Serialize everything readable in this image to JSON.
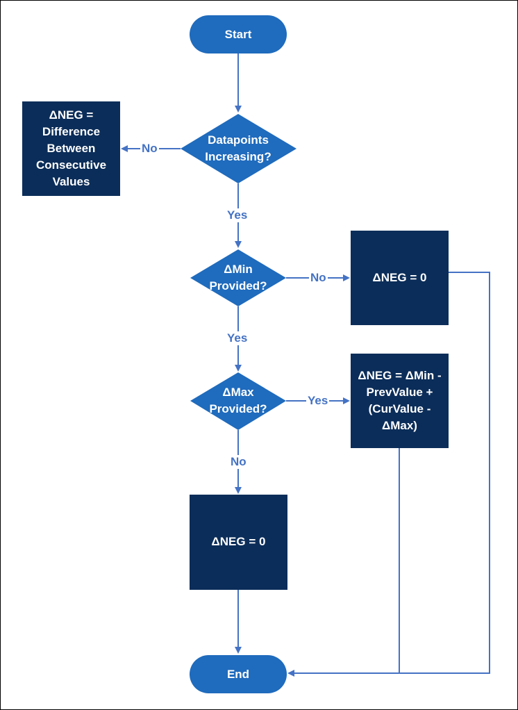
{
  "colors": {
    "terminal": "#1f6bbd",
    "decision": "#1f6bbd",
    "process": "#0b2d59",
    "connector": "#4472c4",
    "label": "#4472c4"
  },
  "nodes": {
    "start": "Start",
    "decision_increasing": "Datapoints\nIncreasing?",
    "process_difference": "ΔNEG =\nDifference\nBetween\nConsecutive\nValues",
    "decision_min": "ΔMin\nProvided?",
    "process_min_zero": "ΔNEG = 0",
    "decision_max": "ΔMax\nProvided?",
    "process_formula": "ΔNEG = ΔMin -\nPrevValue +\n(CurValue -\nΔMax)",
    "process_max_zero": "ΔNEG = 0",
    "end": "End"
  },
  "edges": {
    "increasing_no": "No",
    "increasing_yes": "Yes",
    "min_no": "No",
    "min_yes": "Yes",
    "max_yes": "Yes",
    "max_no": "No"
  }
}
